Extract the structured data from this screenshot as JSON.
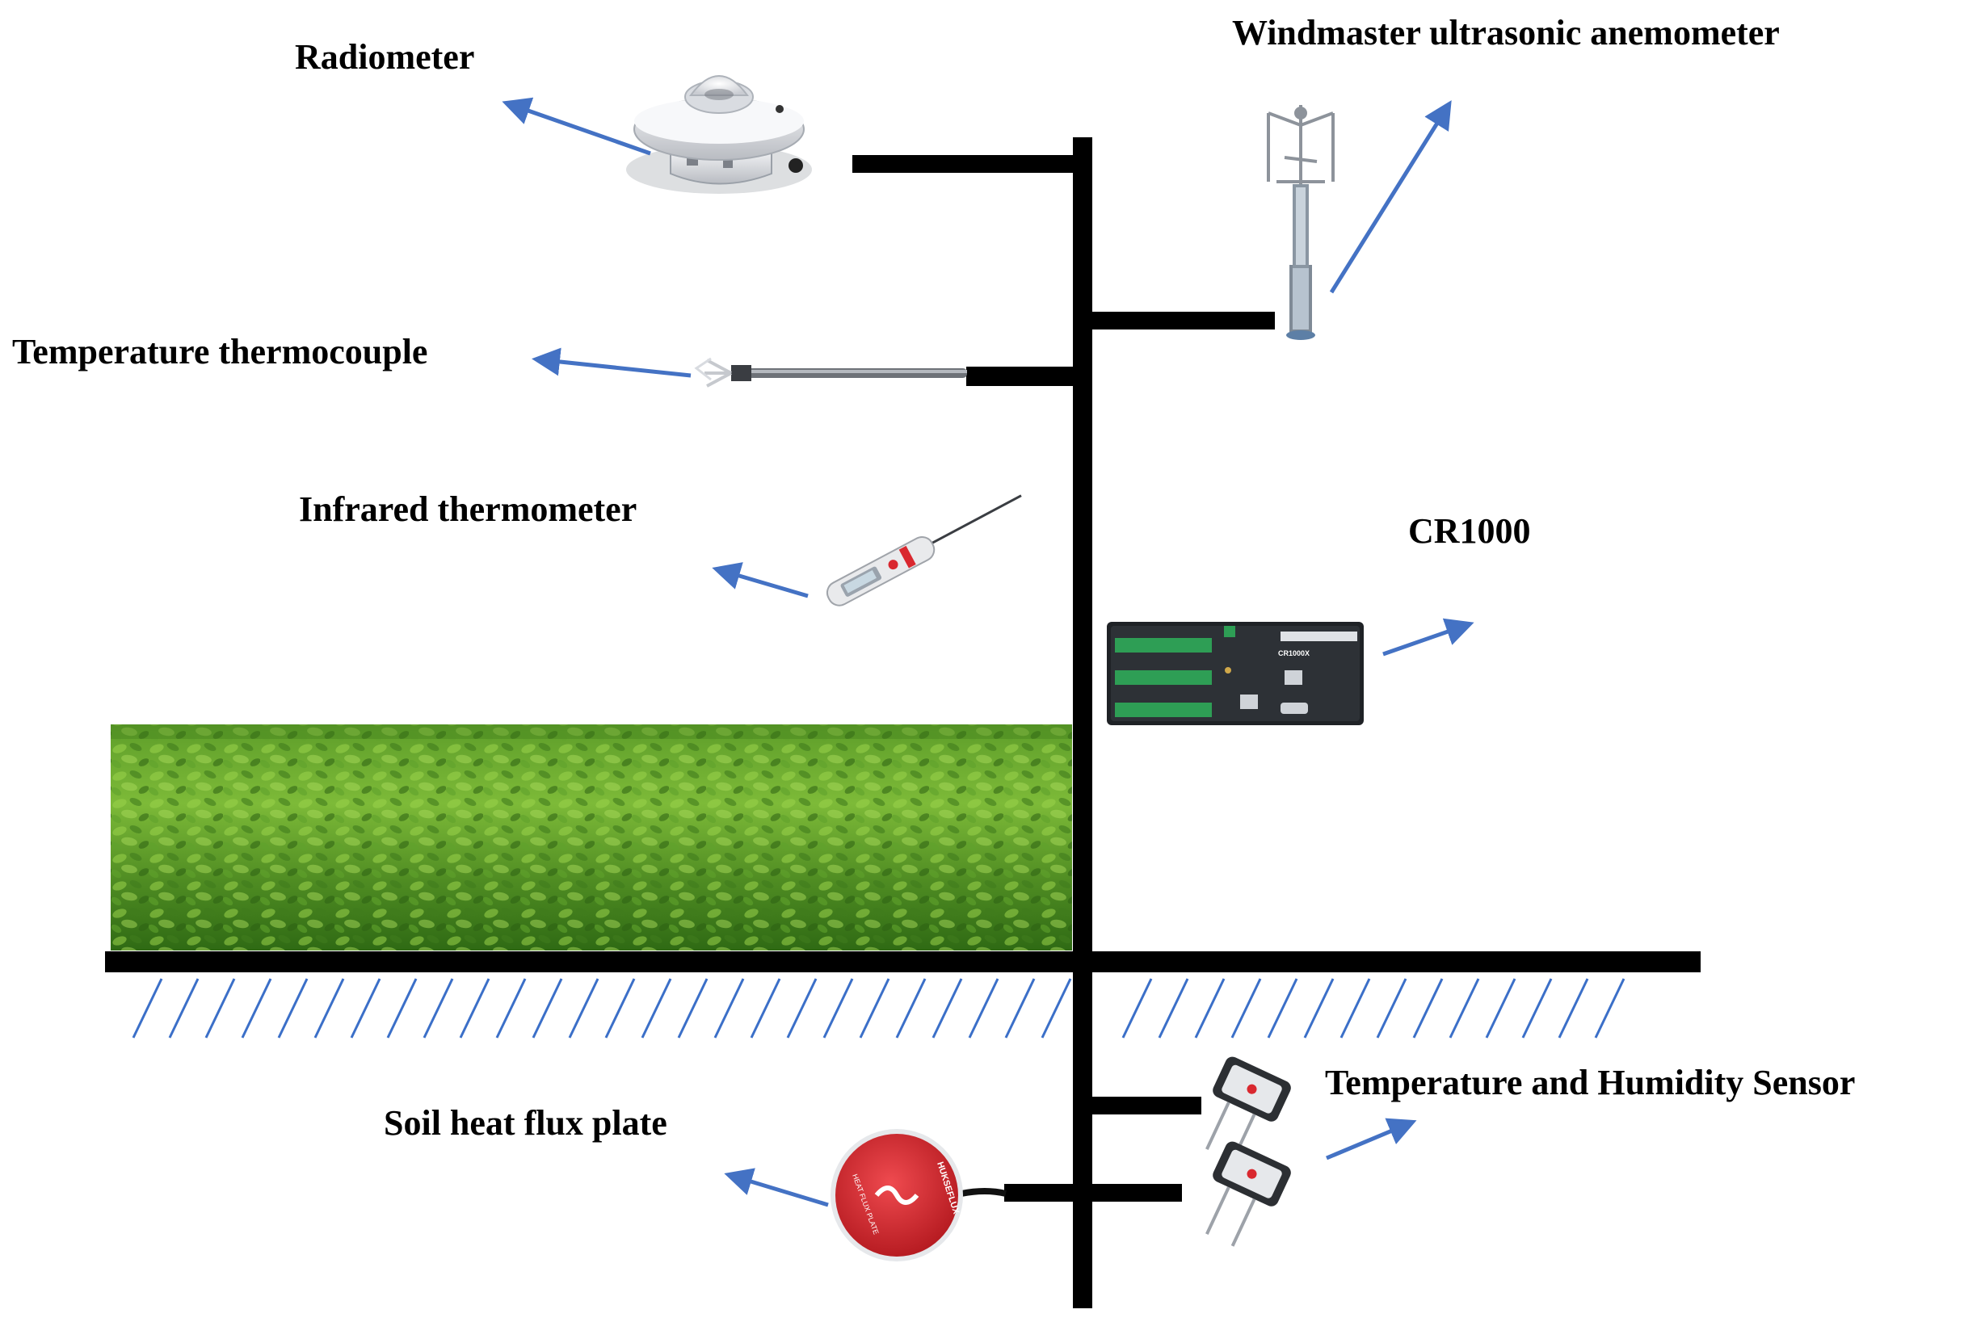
{
  "labels": {
    "radiometer": "Radiometer",
    "anemometer": "Windmaster ultrasonic anemometer",
    "thermocouple": "Temperature thermocouple",
    "infrared": "Infrared thermometer",
    "datalogger": "CR1000",
    "humidity_sensor": "Temperature and Humidity Sensor",
    "soil_heat_flux": "Soil heat flux plate"
  },
  "device_text": {
    "datalogger_model": "CR1000X",
    "heat_flux_brand": "HUKSEFLUX",
    "heat_flux_side": "HEAT FLUX PLATE"
  },
  "colors": {
    "arrow": "#4472C4",
    "pole": "#000000",
    "hatch": "#3B6FC8",
    "canopy_dark": "#2F6A14",
    "canopy_light": "#8CC63F",
    "plate_red": "#D9282F"
  },
  "icons": {
    "radiometer": "radiometer-icon",
    "anemometer": "anemometer-icon",
    "thermocouple": "thermocouple-icon",
    "infrared": "infrared-thermometer-icon",
    "datalogger": "datalogger-icon",
    "humidity_sensor": "humidity-sensor-icon",
    "soil_heat_flux": "soil-heat-flux-plate-icon",
    "canopy": "tea-canopy-photo"
  }
}
